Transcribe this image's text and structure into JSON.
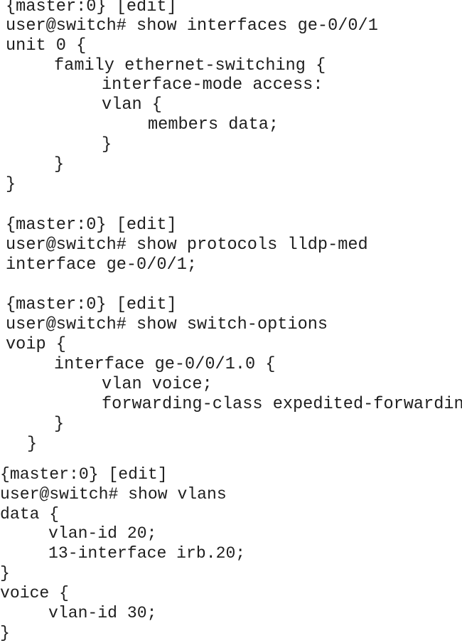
{
  "blocks": [
    {
      "prompt": "{master:0} [edit]",
      "command": "user@switch# show interfaces ge-0/0/1",
      "output": [
        "unit 0 {",
        "family ethernet-switching {",
        "interface-mode access:",
        "vlan {",
        "members data;",
        "}",
        "}",
        "}"
      ]
    },
    {
      "prompt": "{master:0} [edit]",
      "command": "user@switch# show protocols lldp-med",
      "output": [
        "interface ge-0/0/1;"
      ]
    },
    {
      "prompt": "{master:0} [edit]",
      "command": "user@switch# show switch-options",
      "output": [
        "voip {",
        "interface ge-0/0/1.0 {",
        "vlan voice;",
        "forwarding-class expedited-forwarding",
        "}",
        "}"
      ]
    },
    {
      "prompt": "{master:0} [edit]",
      "command": "user@switch# show vlans",
      "output": [
        "data {",
        "vlan-id 20;",
        "13-interface irb.20;",
        "}",
        "voice {",
        "vlan-id 30;",
        "}"
      ]
    }
  ]
}
